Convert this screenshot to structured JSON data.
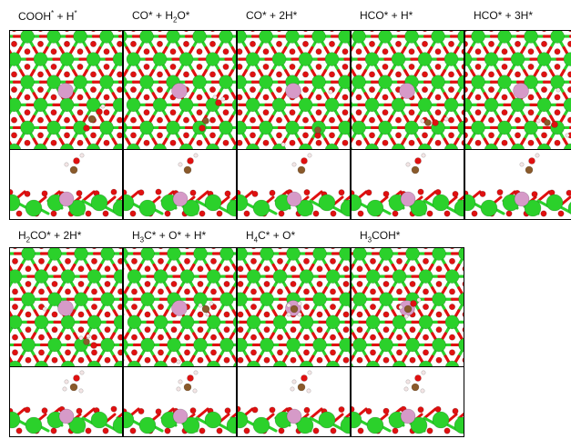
{
  "rows": [
    {
      "structures": [
        {
          "label_parts": [
            [
              "COOH",
              ""
            ],
            [
              "*",
              "sup"
            ],
            [
              " + H",
              ""
            ],
            [
              "*",
              "sup"
            ]
          ]
        },
        {
          "label_parts": [
            [
              "CO* + H",
              ""
            ],
            [
              "2",
              "sub"
            ],
            [
              "O*",
              ""
            ]
          ]
        },
        {
          "label_parts": [
            [
              "CO* + 2H*",
              ""
            ]
          ]
        },
        {
          "label_parts": [
            [
              "HCO* + H*",
              ""
            ]
          ]
        },
        {
          "label_parts": [
            [
              "HCO* + 3H*",
              ""
            ]
          ]
        }
      ]
    },
    {
      "structures": [
        {
          "label_parts": [
            [
              "H",
              ""
            ],
            [
              "2",
              "sub"
            ],
            [
              "CO* + 2H*",
              ""
            ]
          ]
        },
        {
          "label_parts": [
            [
              "H",
              ""
            ],
            [
              "3",
              "sub"
            ],
            [
              "C* + O* + H*",
              ""
            ]
          ]
        },
        {
          "label_parts": [
            [
              "H",
              ""
            ],
            [
              "4",
              "sub"
            ],
            [
              "C* + O*",
              ""
            ]
          ]
        },
        {
          "label_parts": [
            [
              "H",
              ""
            ],
            [
              "3",
              "sub"
            ],
            [
              "COH*",
              ""
            ]
          ]
        }
      ]
    }
  ],
  "colors": {
    "support_green": "#2bd12b",
    "oxygen_red": "#e01010",
    "dopant_pink": "#d69ac8",
    "carbon_brown": "#8a5a2b",
    "hydrogen_white": "#f4e6e6"
  }
}
